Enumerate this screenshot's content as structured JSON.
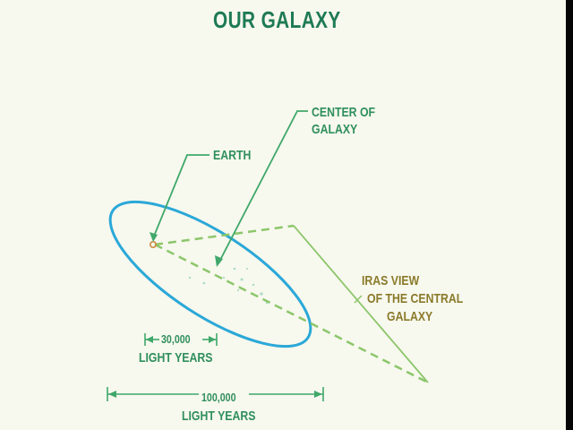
{
  "title": "OUR GALAXY",
  "labels": {
    "center_line1": "CENTER OF",
    "center_line2": "GALAXY",
    "earth": "EARTH",
    "iras_line1": "IRAS VIEW",
    "iras_line2": "OF THE CENTRAL",
    "iras_line3": "GALAXY"
  },
  "scales": {
    "small_value": "30,000",
    "small_unit": "LIGHT YEARS",
    "large_value": "100,000",
    "large_unit": "LIGHT YEARS"
  },
  "colors": {
    "background": "#f7f8ee",
    "title": "#1e7a55",
    "label_green": "#2f8f5c",
    "label_olive": "#8a7a2a",
    "ellipse": "#2aa8d8",
    "line": "#3fa86a",
    "dashed": "#8cc66a",
    "earth_marker": "#d08a40"
  }
}
